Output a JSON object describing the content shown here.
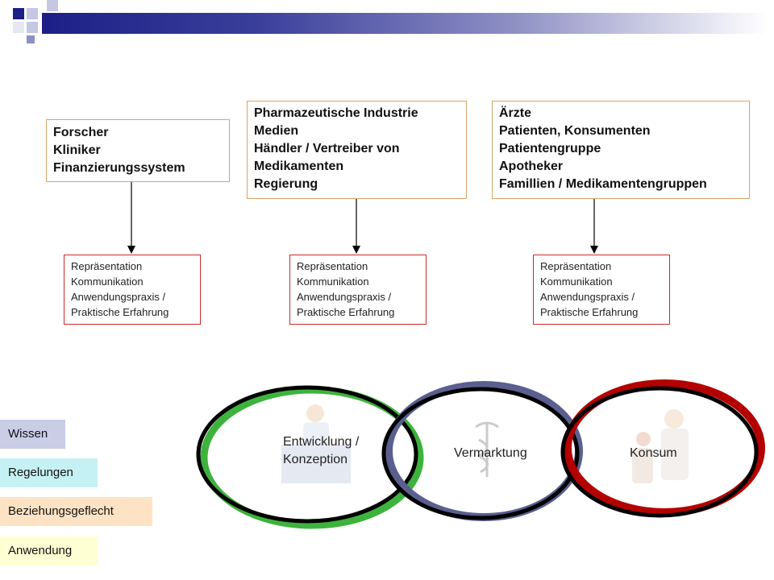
{
  "top_boxes": [
    {
      "lines": [
        "Forscher",
        "Kliniker",
        "Finanzierungssystem"
      ]
    },
    {
      "lines": [
        "Pharmazeutische Industrie",
        "Medien",
        "Händler / Vertreiber von",
        "Medikamenten",
        "Regierung"
      ]
    },
    {
      "lines": [
        "Ärzte",
        "Patienten, Konsumenten",
        "Patientengruppe",
        "Apotheker",
        "Famillien / Medikamentengruppen"
      ]
    }
  ],
  "small_boxes": [
    {
      "lines": [
        "Repräsentation",
        "Kommunikation",
        "Anwendungspraxis /",
        "Praktische Erfahrung"
      ]
    },
    {
      "lines": [
        "Repräsentation",
        "Kommunikation",
        "Anwendungspraxis /",
        "Praktische Erfahrung"
      ]
    },
    {
      "lines": [
        "Repräsentation",
        "Kommunikation",
        "Anwendungspraxis /",
        "Praktische Erfahrung"
      ]
    }
  ],
  "rings": {
    "entwicklung": {
      "line1": "Entwicklung /",
      "line2": "Konzeption",
      "color": "#3db33d"
    },
    "vermarktung": {
      "label": "Vermarktung",
      "color": "#5a5f8f"
    },
    "konsum": {
      "label": "Konsum",
      "color": "#b30000"
    }
  },
  "legend": [
    {
      "label": "Wissen",
      "color": "#c9cde6"
    },
    {
      "label": "Regelungen",
      "color": "#c6f1f4"
    },
    {
      "label": "Beziehungsgeflecht",
      "color": "#fde3c4"
    },
    {
      "label": "Anwendung",
      "color": "#ffffd4"
    }
  ],
  "colors": {
    "header_bar": "#1c1f86",
    "arrow": "#000000",
    "top_box_border": "#d6a36a",
    "small_box_border": "#cc2a2a"
  }
}
